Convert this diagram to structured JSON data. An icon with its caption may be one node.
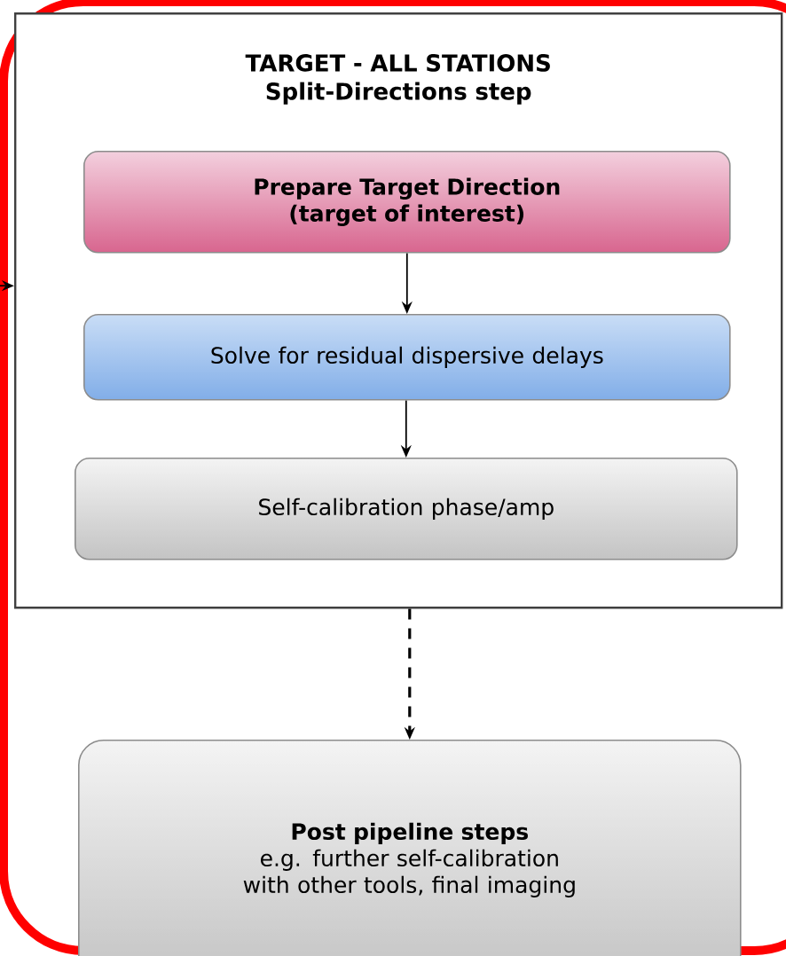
{
  "diagram": {
    "nodes": [
      {
        "text": [
          "TARGET - ALL STATIONS Split-Directions step"
        ]
      },
      {
        "text": [
          "Prepare Target Direction (target of interest)"
        ],
        "in": 0
      },
      {
        "text": [
          "Solve for residual dispersive delays"
        ],
        "in": 0
      },
      {
        "text": [
          "Self-calibration phase/amp"
        ],
        "in": 0
      },
      {
        "text": [
          "Post pipeline steps",
          "e.g. further self-calibration with other tools, final imaging"
        ]
      }
    ],
    "edges": [
      {
        "from": null,
        "to": 0,
        "arrow": "to"
      },
      {
        "from": 1,
        "to": 2,
        "arrow": "to"
      },
      {
        "from": 2,
        "to": 3,
        "arrow": "to"
      },
      {
        "from": 0,
        "to": 4,
        "arrow": "to",
        "style": "dashed"
      }
    ]
  }
}
